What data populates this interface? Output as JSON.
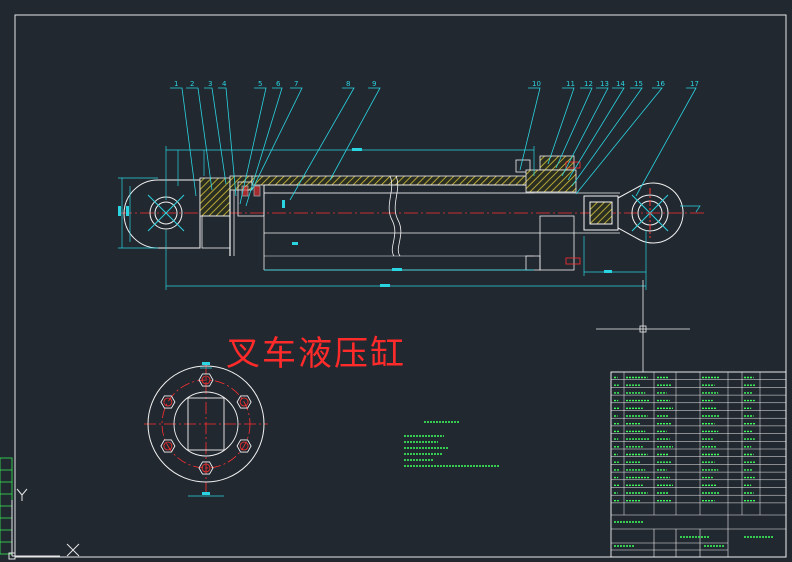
{
  "drawing": {
    "title": "叉车液压缸",
    "balloon_numbers": [
      "1",
      "2",
      "3",
      "4",
      "5",
      "6",
      "7",
      "8",
      "9",
      "10",
      "11",
      "12",
      "13",
      "14",
      "15",
      "16",
      "17"
    ],
    "ucs_icon": {
      "y_label": "Y",
      "x_label": "X"
    }
  },
  "colors": {
    "background": "#212830",
    "frame": "#e8e8e8",
    "outline": "#f2f2f2",
    "leader": "#2ad4e0",
    "centerline": "#ff3030",
    "hatch": "#d6c43a",
    "table_text": "#3cff5a",
    "title": "#ff2a2a"
  }
}
